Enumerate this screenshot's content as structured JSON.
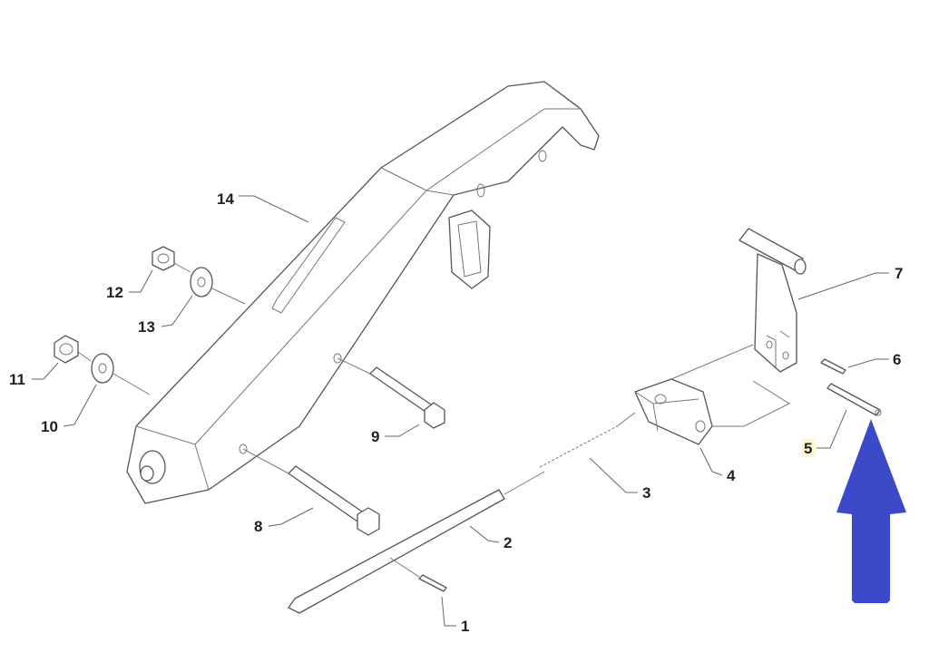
{
  "diagram": {
    "type": "exploded-parts-view",
    "callouts": [
      {
        "id": "14",
        "label": "14"
      },
      {
        "id": "12",
        "label": "12"
      },
      {
        "id": "13",
        "label": "13"
      },
      {
        "id": "11",
        "label": "11"
      },
      {
        "id": "10",
        "label": "10"
      },
      {
        "id": "9",
        "label": "9"
      },
      {
        "id": "8",
        "label": "8"
      },
      {
        "id": "7",
        "label": "7"
      },
      {
        "id": "6",
        "label": "6"
      },
      {
        "id": "5",
        "label": "5"
      },
      {
        "id": "4",
        "label": "4"
      },
      {
        "id": "3",
        "label": "3"
      },
      {
        "id": "2",
        "label": "2"
      },
      {
        "id": "1",
        "label": "1"
      }
    ],
    "highlight": {
      "target": "5",
      "arrow_color": "#3c49c9",
      "label_highlight": "#fdf6d0"
    }
  }
}
